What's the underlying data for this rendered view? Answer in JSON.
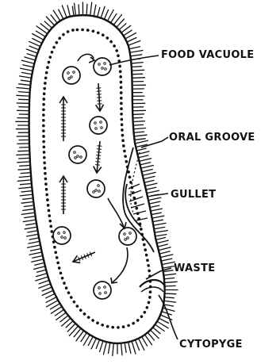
{
  "diagram": {
    "subject": "paramecium",
    "labels": {
      "food_vacuole": "FOOD VACUOLE",
      "oral_groove": "ORAL GROOVE",
      "gullet": "GULLET",
      "waste": "WASTE",
      "cytopyge": "CYTOPYGE"
    },
    "colors": {
      "ink": "#111111",
      "background": "#ffffff"
    }
  }
}
